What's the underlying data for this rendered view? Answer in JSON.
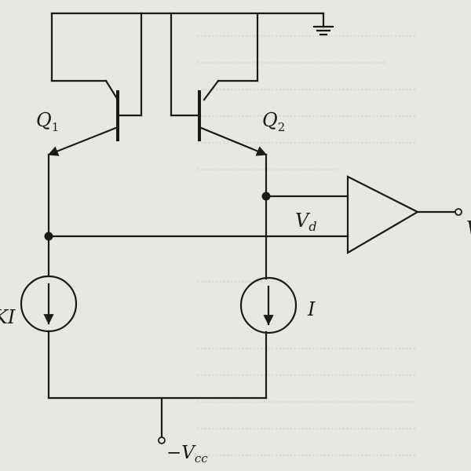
{
  "labels": {
    "q1": "Q",
    "q1_sub": "1",
    "q2": "Q",
    "q2_sub": "2",
    "vd": "V",
    "vd_sub": "d",
    "current_right": "I",
    "current_left": "KI",
    "vcc": "−V",
    "vcc_sub": "cc",
    "output_cut": "V"
  },
  "bleed_text": [
    "...........................................................",
    "...................................................",
    "...........................................................",
    "...........................................................",
    "...........................................................",
    "......................................",
    "",
    "",
    "",
    "",
    ".........................",
    "",
    "",
    "...........................................................",
    "...........................................................",
    "...........................................................",
    "...........................................................",
    "..........................................................."
  ]
}
